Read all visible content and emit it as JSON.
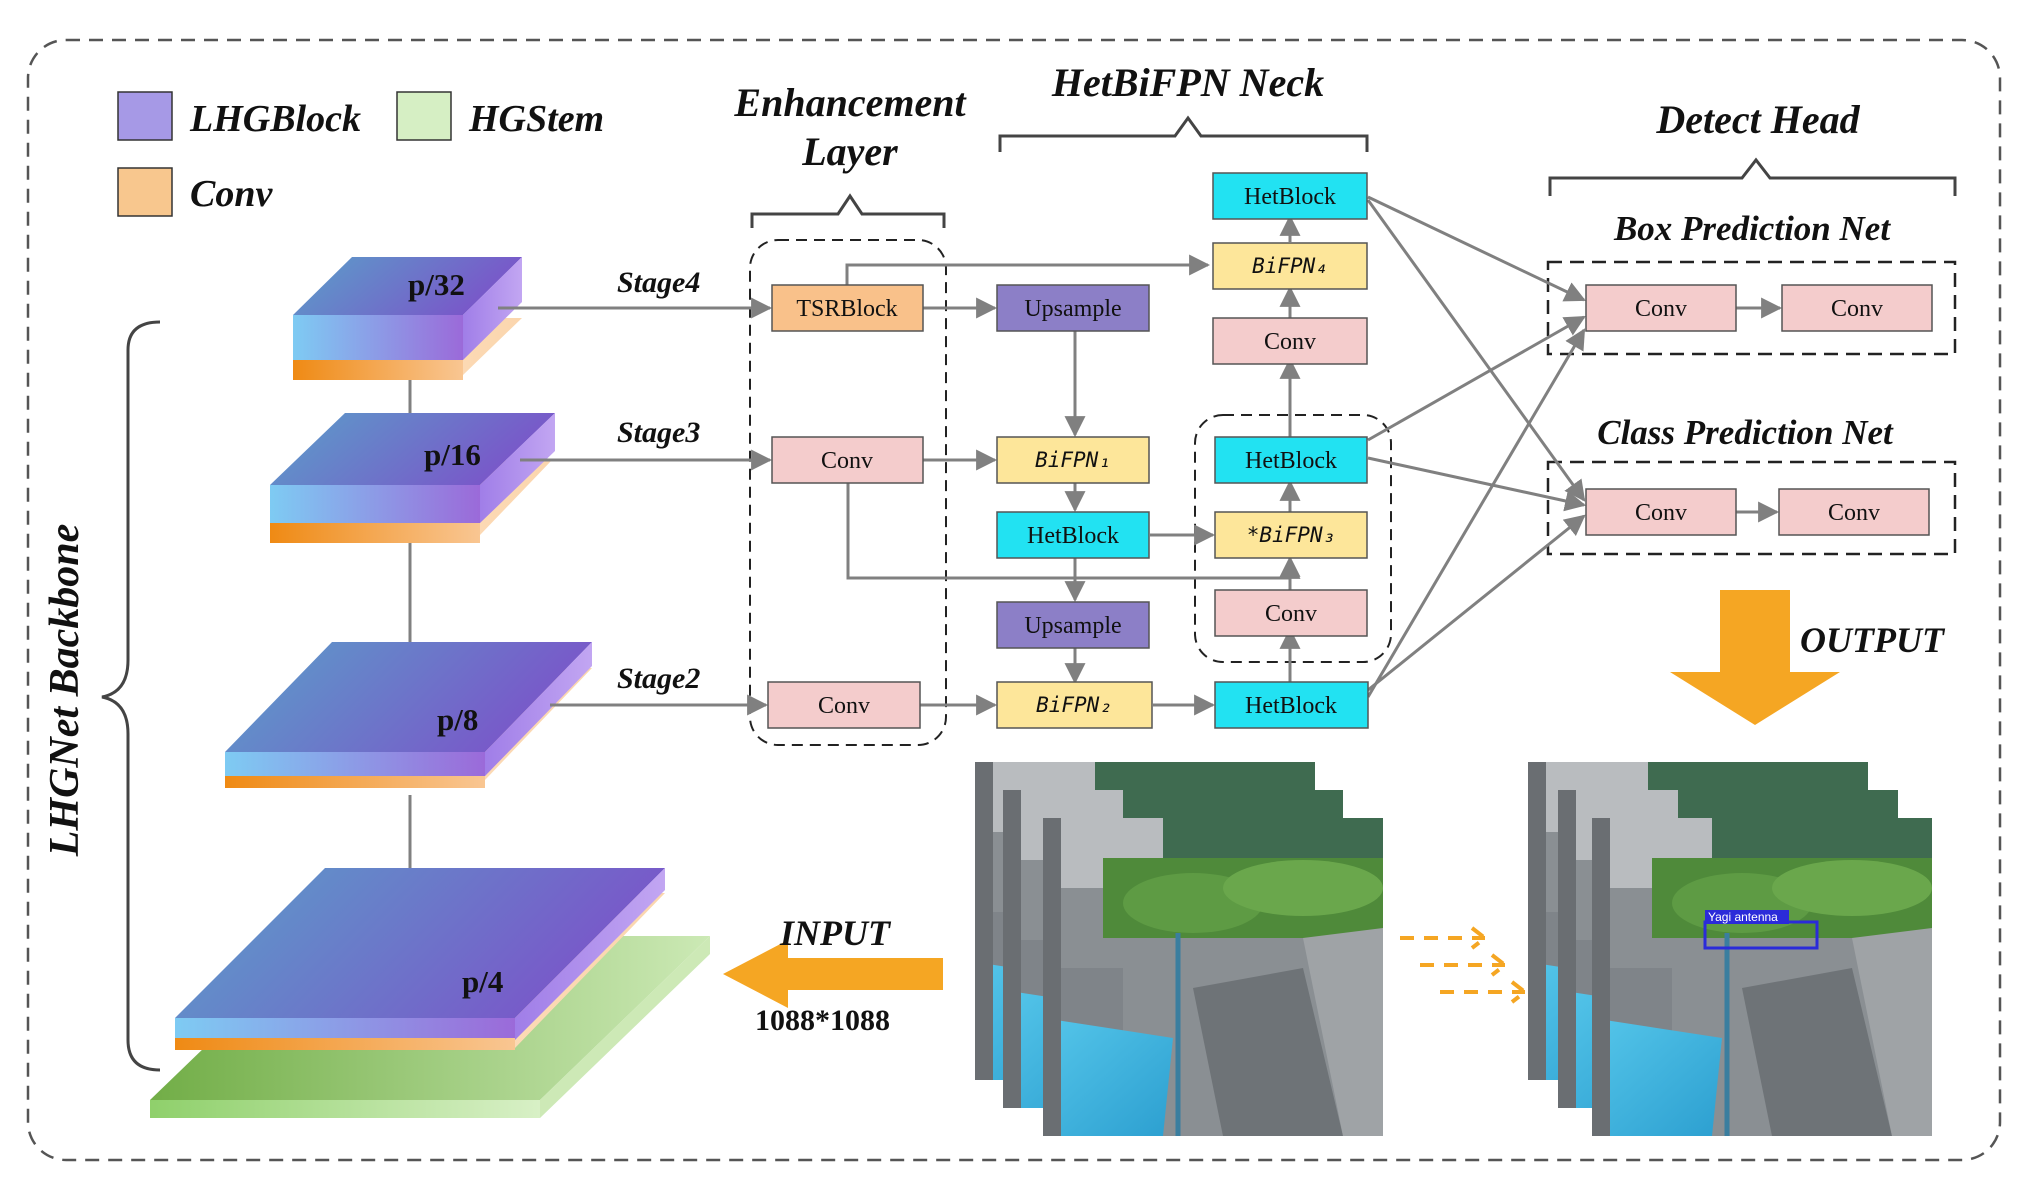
{
  "legend": [
    {
      "label": "LHGBlock",
      "color": "#a699e6"
    },
    {
      "label": "HGStem",
      "color": "#d6efc4"
    },
    {
      "label": "Conv",
      "color": "#f8c78e"
    }
  ],
  "sections": {
    "enhancement": "Enhancement Layer",
    "enhancement_line1": "Enhancement",
    "enhancement_line2": "Layer",
    "neck": "HetBiFPN Neck",
    "head": "Detect Head",
    "box_net": "Box Prediction Net",
    "class_net": "Class Prediction Net",
    "backbone": "LHGNet Backbone"
  },
  "backbone": {
    "levels": [
      "p/32",
      "p/16",
      "p/8",
      "p/4"
    ],
    "stages": [
      "Stage4",
      "Stage3",
      "Stage2"
    ]
  },
  "blocks": {
    "tsrblock": "TSRBlock",
    "conv": "Conv",
    "upsample": "Upsample",
    "hetblock": "HetBlock",
    "bifpn1": "BiFPN₁",
    "bifpn2": "BiFPN₂",
    "bifpn3": "*BiFPN₃",
    "bifpn4": "BiFPN₄"
  },
  "io": {
    "input": "INPUT",
    "resolution": "1088*1088",
    "output": "OUTPUT",
    "detection_label": "Yagi antenna"
  },
  "colors": {
    "purple_block": "#8c7fc7",
    "cyan_block": "#22e2f2",
    "yellow_block": "#fde69a",
    "pink_block": "#f4cccc",
    "orange_block": "#f9c18a",
    "arrow_orange": "#f5a623"
  }
}
